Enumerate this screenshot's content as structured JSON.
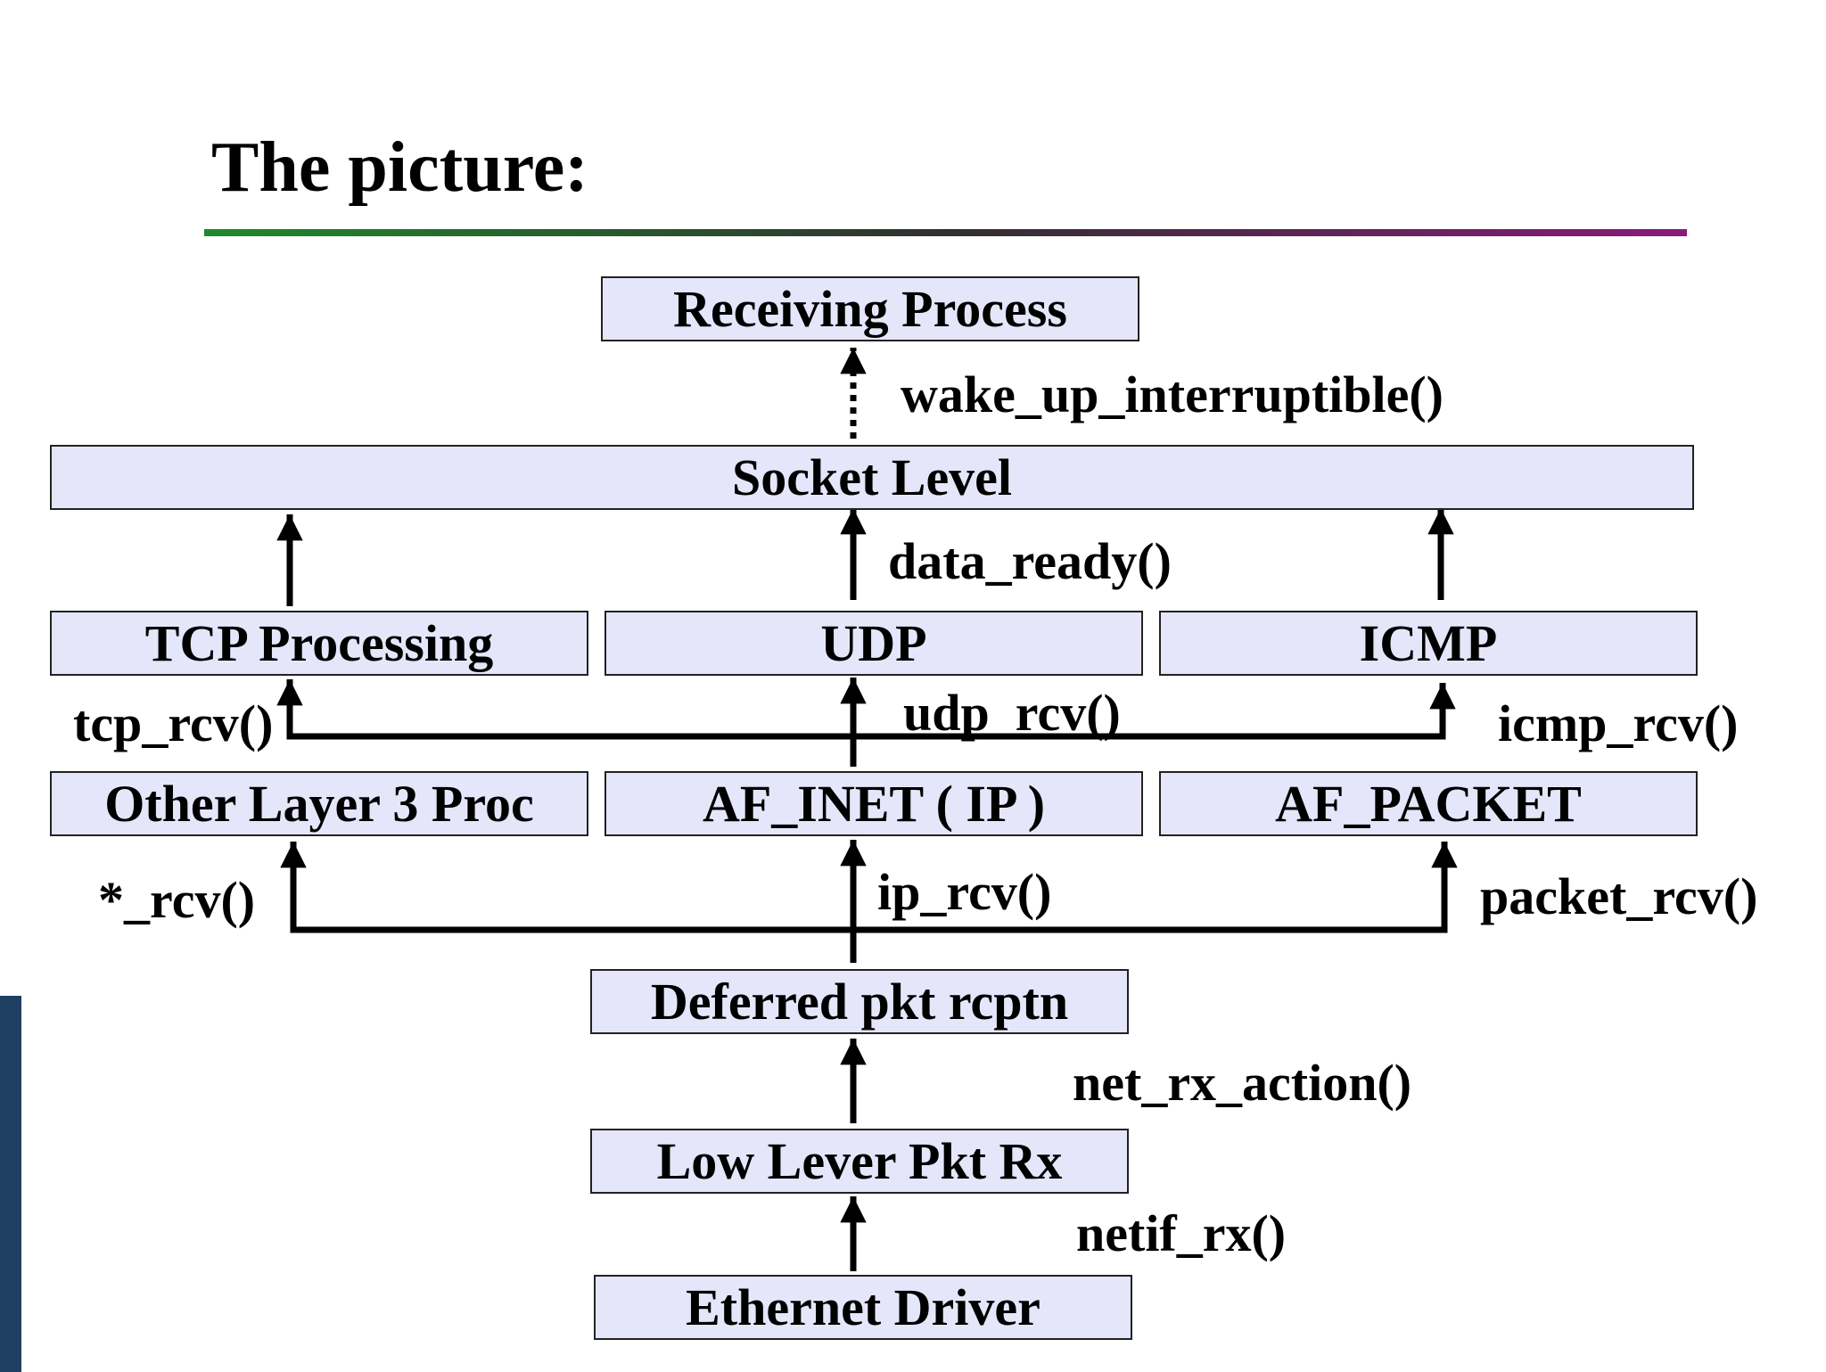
{
  "title": "The picture:",
  "boxes": {
    "receiving_process": "Receiving Process",
    "socket_level": "Socket Level",
    "tcp_processing": "TCP Processing",
    "udp": "UDP",
    "icmp": "ICMP",
    "other_layer3": "Other Layer 3 Proc",
    "af_inet": "AF_INET ( IP )",
    "af_packet": "AF_PACKET",
    "deferred": "Deferred pkt rcptn",
    "low_lever": "Low Lever Pkt Rx",
    "ethernet": "Ethernet Driver"
  },
  "labels": {
    "wake_up": "wake_up_interruptible()",
    "data_ready": "data_ready()",
    "tcp_rcv": "tcp_rcv()",
    "udp_rcv": "udp_rcv()",
    "icmp_rcv": "icmp_rcv()",
    "star_rcv": "*_rcv()",
    "ip_rcv": "ip_rcv()",
    "packet_rcv": "packet_rcv()",
    "net_rx_action": "net_rx_action()",
    "netif_rx": "netif_rx()"
  },
  "colors": {
    "box_fill": "#e6e6fa",
    "rule_start": "#1f8a2a",
    "rule_end": "#8a1a7a",
    "sidebar": "#1f3f63"
  }
}
